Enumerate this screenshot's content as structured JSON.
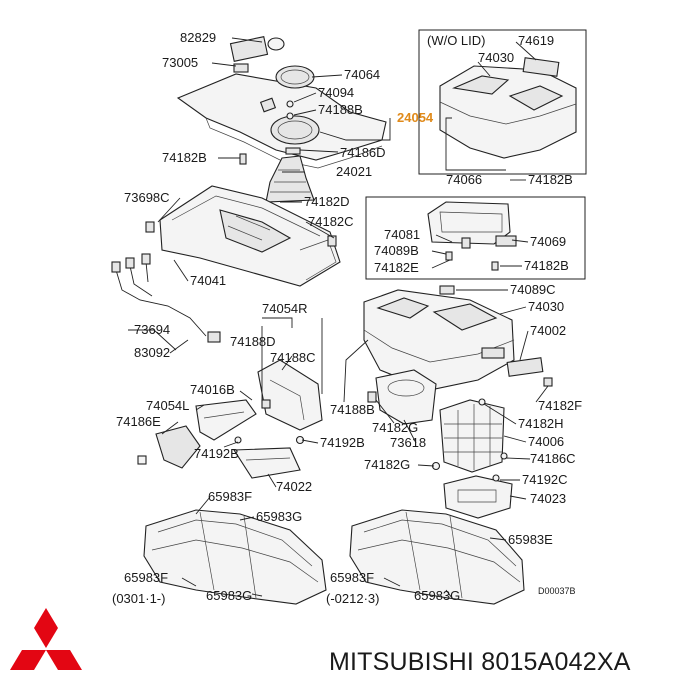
{
  "diagram": {
    "variant_note": "(W/O LID)",
    "highlighted_part": "24054",
    "labels": [
      "82829",
      "73005",
      "74064",
      "74094",
      "74188B",
      "74182B",
      "74186D",
      "24021",
      "73698C",
      "74182D",
      "74182C",
      "74041",
      "73694",
      "83092",
      "74619",
      "74030",
      "74066",
      "74182B",
      "74081",
      "74089B",
      "74182E",
      "74069",
      "74182B",
      "74089C",
      "74030",
      "74002",
      "74182F",
      "74054R",
      "74188D",
      "74188C",
      "74016B",
      "74054L",
      "74186E",
      "74188B",
      "74192B",
      "74192B",
      "74022",
      "74182G",
      "73618",
      "74182H",
      "74006",
      "74186C",
      "74182G",
      "74192C",
      "74023",
      "65983F",
      "65983G",
      "65983F",
      "65983G",
      "65983E",
      "65983F",
      "65983G"
    ],
    "date_range_left": "(0301·1-)",
    "date_range_right": "(-0212·3)",
    "figure_code": "D00037B"
  },
  "footer": {
    "brand": "MITSUBISHI",
    "part_number": "8015A042XA",
    "logo_color": "#e30613"
  }
}
